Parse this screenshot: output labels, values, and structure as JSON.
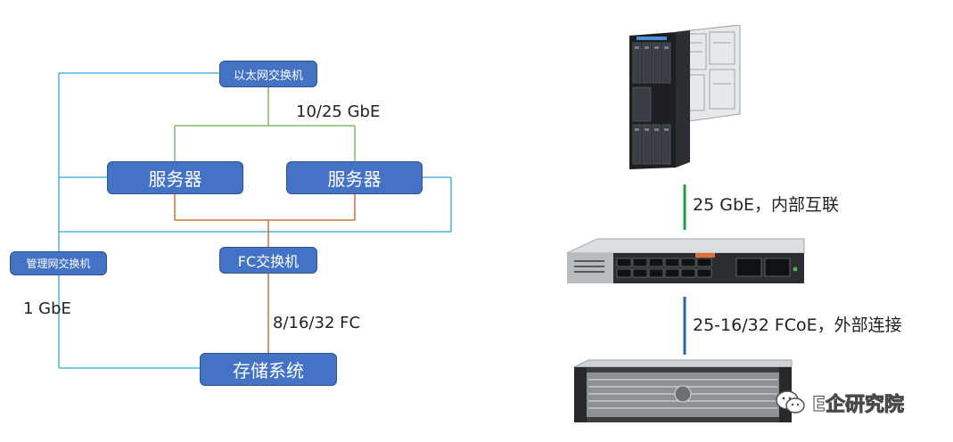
{
  "diagram": {
    "nodes": {
      "ethernet_switch": "以太网交换机",
      "server_left": "服务器",
      "server_right": "服务器",
      "fc_switch": "FC交换机",
      "mgmt_switch": "管理网交换机",
      "storage": "存储系统"
    },
    "labels": {
      "eth_speed": "10/25 GbE",
      "fc_speed": "8/16/32 FC",
      "mgmt_speed": "1 GbE",
      "internal_link": "25 GbE，内部互联",
      "external_link": "25-16/32 FCoE，外部连接"
    },
    "colors": {
      "node_fill": "#4472c4",
      "ethernet_line": "#70ad47",
      "fc_line": "#c55a11",
      "mgmt_line": "#2fa8d8",
      "internal_line": "#1e9e4a",
      "external_line": "#2e5fa8"
    }
  },
  "watermark": {
    "icon": "wechat-icon",
    "text": "E企研究院"
  }
}
